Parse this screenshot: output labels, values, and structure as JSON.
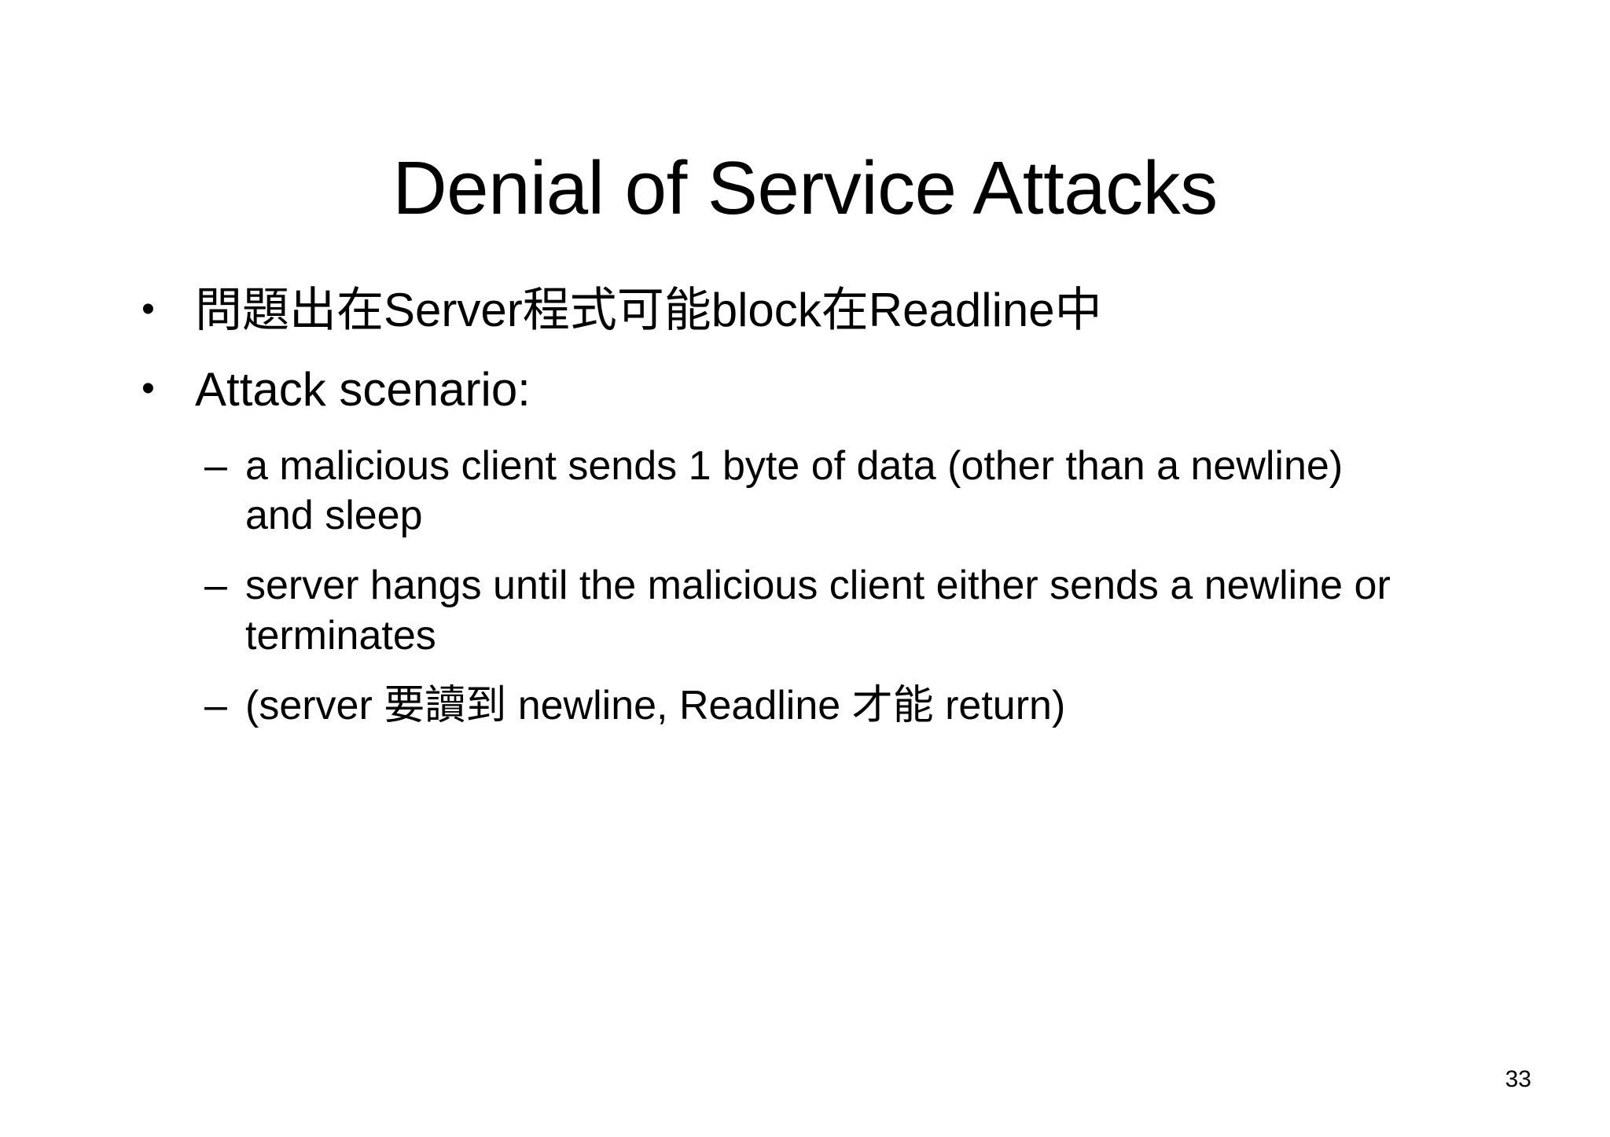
{
  "slide": {
    "title": "Denial of Service Attacks",
    "page_number": "33",
    "background_color": "#ffffff",
    "text_color": "#000000",
    "bullets": [
      {
        "level": 1,
        "marker": "•",
        "text": "問題出在Server程式可能block在Readline中",
        "segments": [
          {
            "script": "cjk",
            "text": "問題出在"
          },
          {
            "script": "latin",
            "text": "Server"
          },
          {
            "script": "cjk",
            "text": "程式可能"
          },
          {
            "script": "latin",
            "text": "block"
          },
          {
            "script": "cjk",
            "text": "在"
          },
          {
            "script": "latin",
            "text": "Readline"
          },
          {
            "script": "cjk",
            "text": "中"
          }
        ]
      },
      {
        "level": 1,
        "marker": "•",
        "text": "Attack scenario:",
        "segments": [
          {
            "script": "latin",
            "text": "Attack scenario:"
          }
        ]
      },
      {
        "level": 2,
        "marker": "–",
        "text": "a malicious client sends 1 byte of data (other than a newline) and sleep",
        "segments": [
          {
            "script": "latin",
            "text": "a malicious client sends 1 byte of data (other than a newline) and sleep"
          }
        ]
      },
      {
        "level": 2,
        "marker": "–",
        "text": "server hangs until the malicious client either sends a newline or terminates",
        "segments": [
          {
            "script": "latin",
            "text": "server hangs until the malicious client either sends a newline or terminates"
          }
        ]
      },
      {
        "level": 2,
        "marker": "–",
        "text": "(server 要讀到 newline, Readline 才能 return)",
        "segments": [
          {
            "script": "latin",
            "text": "(server "
          },
          {
            "script": "cjk",
            "text": "要讀到"
          },
          {
            "script": "latin",
            "text": " newline, Readline "
          },
          {
            "script": "cjk",
            "text": "才能"
          },
          {
            "script": "latin",
            "text": " return)"
          }
        ]
      }
    ]
  }
}
